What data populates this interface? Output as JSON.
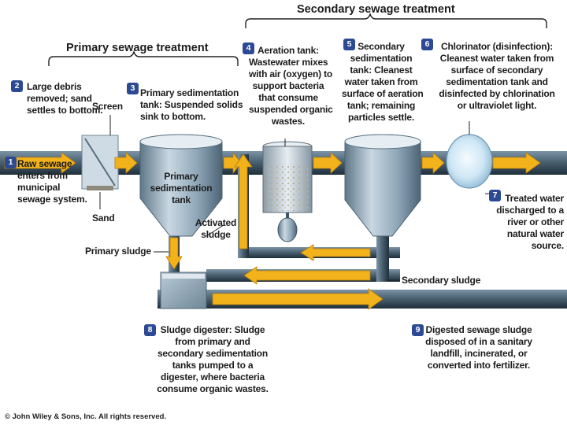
{
  "headings": {
    "secondary": "Secondary sewage treatment",
    "primary": "Primary sewage treatment"
  },
  "steps": [
    {
      "num": "1",
      "text": "Raw sewage\nenters from\nmunicipal\nsewage system."
    },
    {
      "num": "2",
      "text": "Large debris\nremoved; sand\nsettles to bottom."
    },
    {
      "num": "3",
      "text": "Primary sedimentation\ntank: Suspended solids\nsink to bottom."
    },
    {
      "num": "4",
      "text": "Aeration tank:\nWastewater mixes\nwith air (oxygen) to\nsupport bacteria\nthat consume\nsuspended organic\nwastes."
    },
    {
      "num": "5",
      "text": "Secondary\nsedimentation\ntank: Cleanest\nwater taken from\nsurface of aeration\ntank; remaining\nparticles settle."
    },
    {
      "num": "6",
      "text": "Chlorinator (disinfection):\nCleanest water taken from\nsurface of secondary\nsedimentation tank and\ndisinfected by chlorination\nor ultraviolet light."
    },
    {
      "num": "7",
      "text": "Treated water\ndischarged to a\nriver or other\nnatural water\nsource."
    },
    {
      "num": "8",
      "text": "Sludge digester: Sludge\nfrom primary and\nsecondary sedimentation\ntanks pumped to a\ndigester, where bacteria\nconsume organic wastes."
    },
    {
      "num": "9",
      "text": "Digested sewage sludge\ndisposed of in a sanitary\nlandfill, incinerated, or\nconverted into fertilizer."
    }
  ],
  "labels": {
    "screen": "Screen",
    "sand": "Sand",
    "primary_tank": "Primary\nsedimentation\ntank",
    "primary_sludge": "Primary sludge",
    "activated_sludge": "Activated\nsludge",
    "secondary_sludge": "Secondary sludge"
  },
  "copyright": "© John Wiley & Sons, Inc. All rights reserved.",
  "colors": {
    "badge": "#2c4a93",
    "flow_arrow": "#f2b21b",
    "pipe": "#3f5566",
    "tank": "#9fb6c6"
  }
}
